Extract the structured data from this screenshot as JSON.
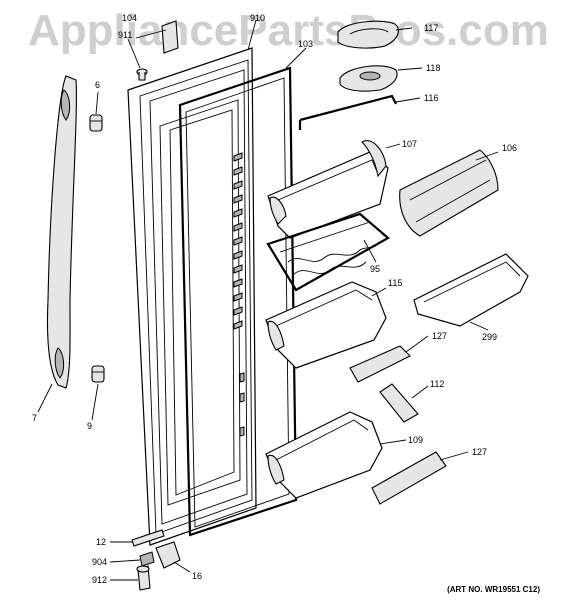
{
  "watermark": "AppliancePartsPros.com",
  "art_number": "(ART NO. WR19551 C12)",
  "callouts": {
    "c104": "104",
    "c910": "910",
    "c911": "911",
    "c103": "103",
    "c117": "117",
    "c118": "118",
    "c116": "116",
    "c6": "6",
    "c107": "107",
    "c106": "106",
    "c95": "95",
    "c115": "115",
    "c299": "299",
    "c127a": "127",
    "c112": "112",
    "c109": "109",
    "c127b": "127",
    "c7": "7",
    "c9": "9",
    "c12": "12",
    "c904": "904",
    "c912": "912",
    "c16": "16"
  }
}
